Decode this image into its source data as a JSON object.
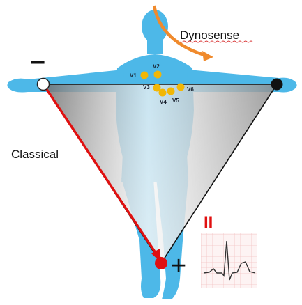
{
  "labels": {
    "dynosense": "Dynosense",
    "classical": "Classical",
    "minus": "−",
    "plus": "+",
    "lead": "II"
  },
  "electrodes": [
    "V1",
    "V2",
    "V3",
    "V4",
    "V5",
    "V6"
  ],
  "colors": {
    "body": "#4db8e8",
    "triangle_edge": "#111111",
    "lead_vector": "#e01010",
    "electrode": "#f2b705",
    "curved_arrow": "#f08a2c",
    "lead_label": "#e01010",
    "ecg_grid": "#f3c4c4",
    "ecg_trace": "#333333"
  }
}
